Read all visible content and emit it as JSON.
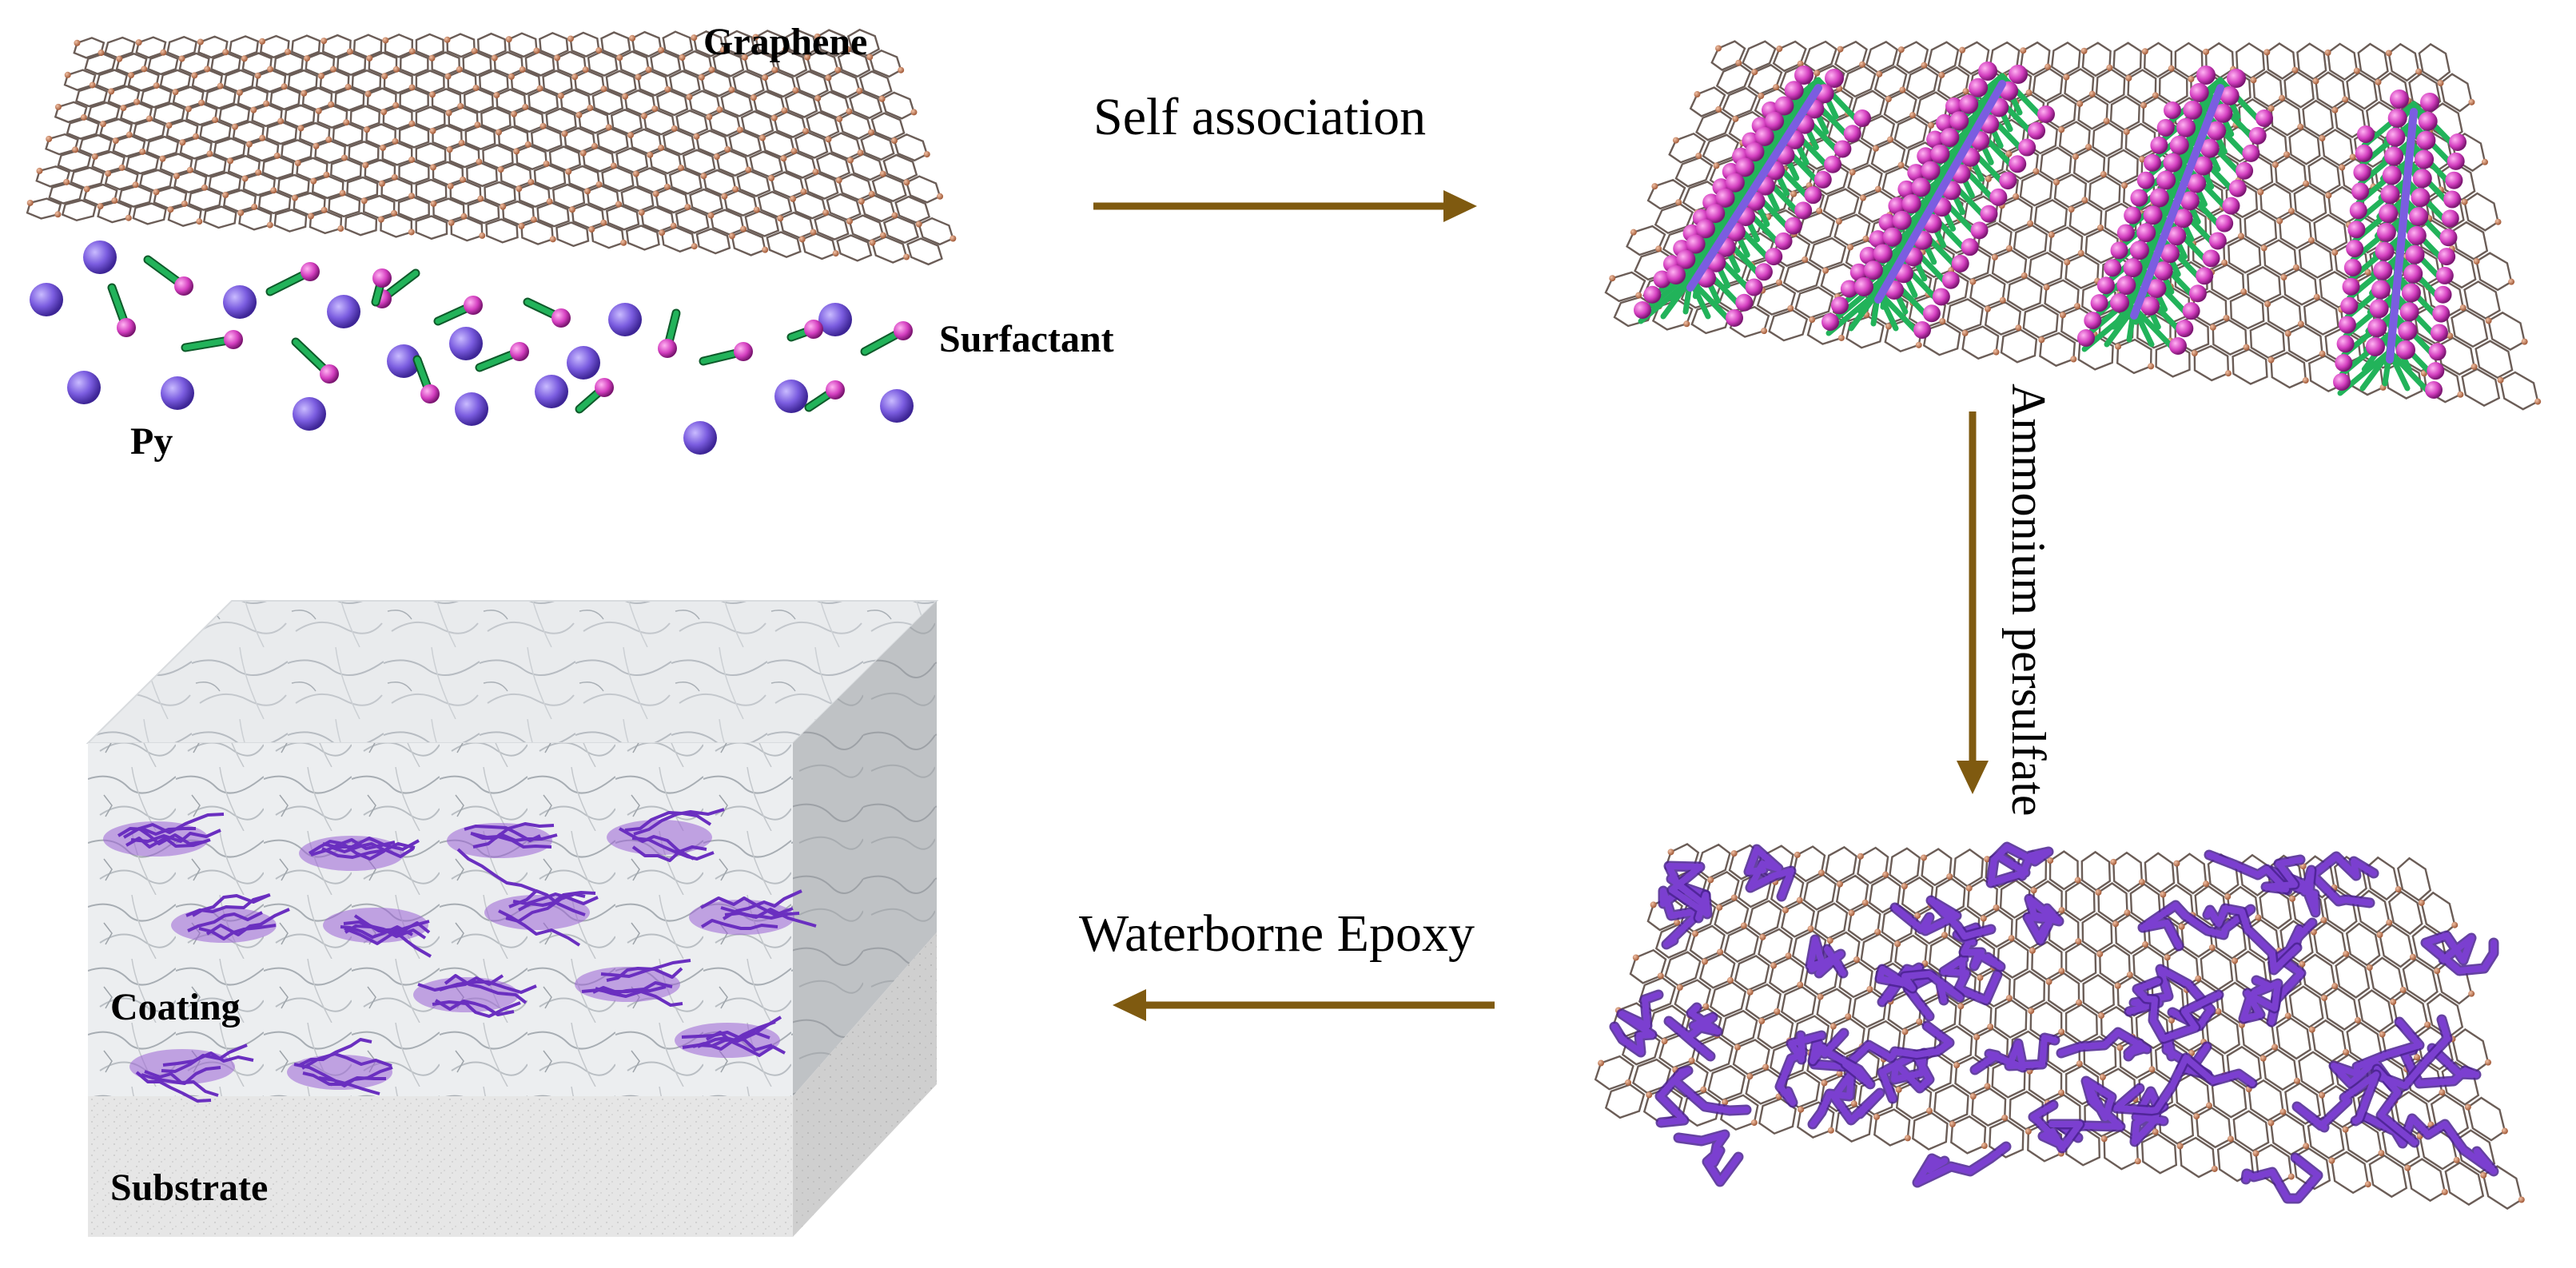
{
  "labels": {
    "graphene": "Graphene",
    "surfactant": "Surfactant",
    "py": "Py",
    "coating": "Coating",
    "substrate": "Substrate"
  },
  "steps": {
    "step1": "Self association",
    "step2": "Ammonium persulfate",
    "step3": "Waterborne Epoxy"
  },
  "colors": {
    "arrow": "#7f5a10",
    "graphene_bond": "#6b5d57",
    "graphene_atom": "#c9805c",
    "py_sphere": "#7b5de0",
    "surfactant_head": "#d43fc0",
    "surfactant_tail": "#22b35a",
    "polymer": "#7b3fd0"
  }
}
